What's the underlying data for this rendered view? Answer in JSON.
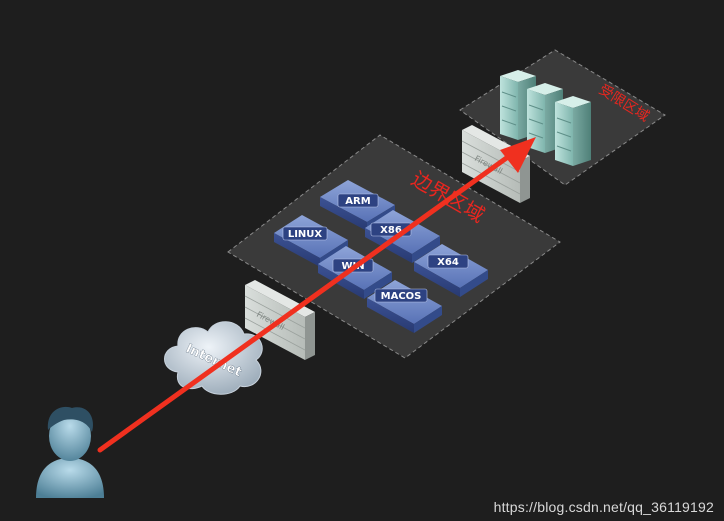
{
  "zones": {
    "boundary_label": "边界区域",
    "restricted_label": "受限区域"
  },
  "cloud_label": "Internet",
  "firewall_label": "Firewall",
  "nodes": {
    "arm": "ARM",
    "linux": "LINUX",
    "x86": "X86",
    "win": "WIN",
    "x64": "X64",
    "macos": "MACOS"
  },
  "watermark": "https://blog.csdn.net/qq_36119192",
  "colors": {
    "background": "#1e1e1e",
    "arrow": "#f0301f",
    "zone_fill": "#3a3a3a",
    "device": "#4a64a8",
    "zone_label": "#e8261f"
  },
  "icons": [
    "user-icon",
    "cloud-icon",
    "firewall-icon",
    "server-icon",
    "network-device-icon"
  ]
}
